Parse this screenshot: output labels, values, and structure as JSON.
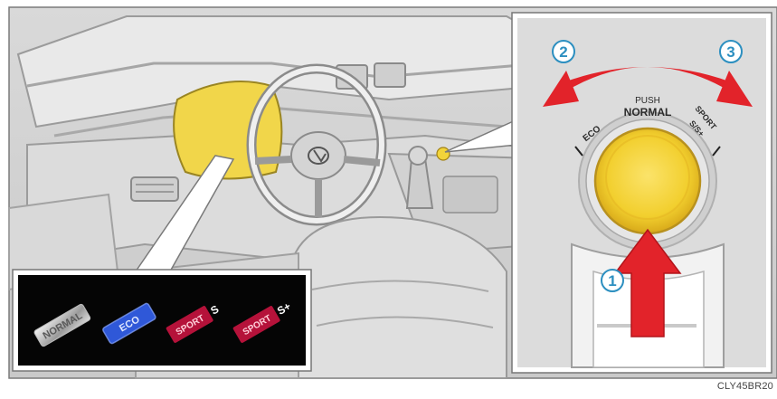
{
  "colors": {
    "highlight_yellow": "#f2d43a",
    "arrow_red": "#e2232a",
    "number_blue": "#2c8fc0",
    "eco_blue": "#2f58d8",
    "sport_red": "#b5123a"
  },
  "mode_selector": {
    "push_label": "PUSH",
    "normal_label": "NORMAL",
    "eco_label": "ECO",
    "sport_label": "SPORT",
    "sport_sub_label": "S/S+",
    "step_press": "1",
    "step_turn_left": "2",
    "step_turn_right": "3"
  },
  "indicator_badges": {
    "normal": "NORMAL",
    "eco": "ECO",
    "sport": "SPORT",
    "sport_s_suffix": "S",
    "sport_splus_suffix": "S+"
  },
  "figure_code": "CLY45BR20"
}
